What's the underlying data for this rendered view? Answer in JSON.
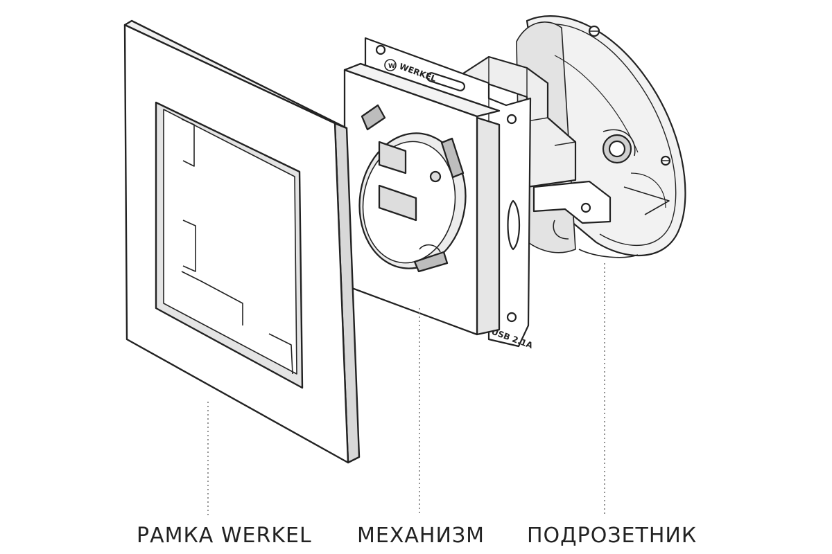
{
  "labels": {
    "frame": "РАМКА WERKEL",
    "mechanism": "МЕХАНИЗМ",
    "box": "ПОДРОЗЕТНИК"
  },
  "brand_mark": "WERKEL",
  "usb_marking": "USB 2.1A",
  "colors": {
    "line": "#222222",
    "fill": "#ffffff",
    "shade": "#e3e3e3",
    "dark_shade": "#c9c9c9",
    "leader": "#7a7a7a"
  }
}
